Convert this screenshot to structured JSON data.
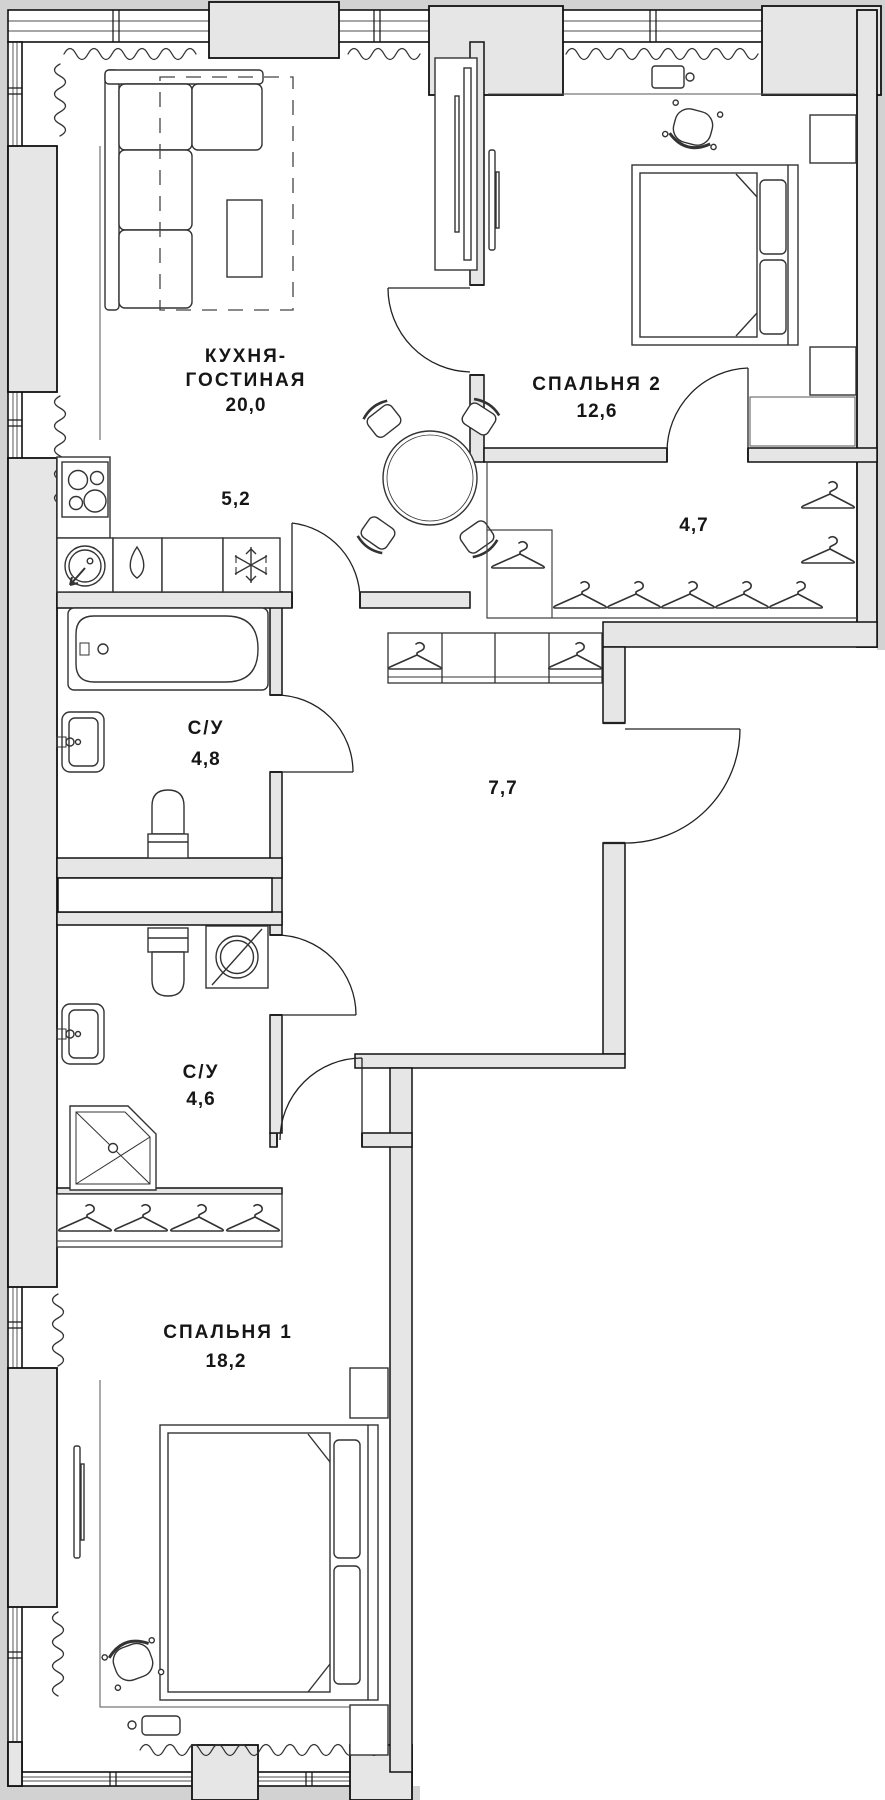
{
  "plan": {
    "type": "apartment-floor-plan",
    "language": "ru",
    "rooms": [
      {
        "id": "kitchen_living",
        "name_line1": "КУХНЯ-",
        "name_line2": "ГОСТИНАЯ",
        "area": "20,0"
      },
      {
        "id": "kitchen_zone",
        "area": "5,2"
      },
      {
        "id": "bedroom2",
        "name": "СПАЛЬНЯ 2",
        "area": "12,6"
      },
      {
        "id": "wardrobe",
        "area": "4,7"
      },
      {
        "id": "hallway",
        "area": "7,7"
      },
      {
        "id": "bathroom_1",
        "name": "С/У",
        "area": "4,8"
      },
      {
        "id": "bathroom_2",
        "name": "С/У",
        "area": "4,6"
      },
      {
        "id": "bedroom1",
        "name": "СПАЛЬНЯ 1",
        "area": "18,2"
      }
    ],
    "icons": [
      "hanger-icon",
      "bathtub-icon",
      "washbasin-icon",
      "toilet-icon",
      "shower-icon",
      "washing-machine-icon",
      "stove-icon",
      "sink-icon",
      "snowflake-fridge-icon",
      "drop-icon",
      "sofa-icon",
      "coffee-table-icon",
      "dining-table-icon",
      "chair-icon",
      "office-chair-icon",
      "bed-icon",
      "nightstand-icon",
      "tv-icon",
      "curtain-icon",
      "door-arc"
    ],
    "colors": {
      "background": "#ffffff",
      "outside": "#d2d2d2",
      "wall_fill": "#e6e6e6",
      "outline": "#111111",
      "furniture": "#333333"
    }
  }
}
